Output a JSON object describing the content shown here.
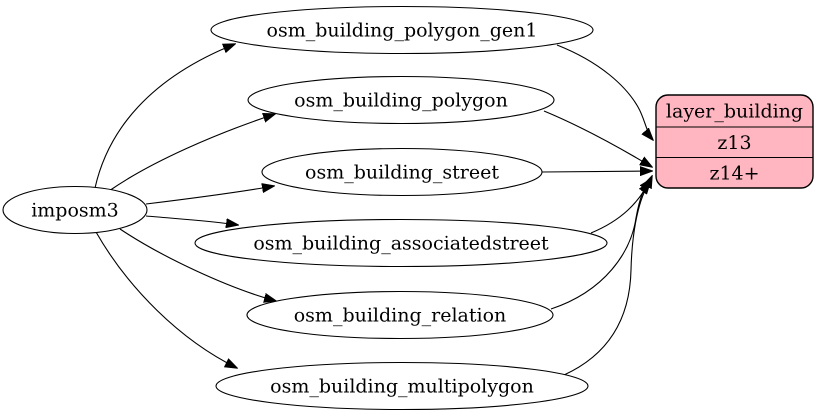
{
  "diagram": {
    "background_color": "#ffffff",
    "edge_color": "#000000",
    "table_node_fill": "#ffffff",
    "table_node_stroke": "#000000",
    "source": {
      "label": "imposm3"
    },
    "tables": [
      {
        "label": "osm_building_polygon_gen1"
      },
      {
        "label": "osm_building_polygon"
      },
      {
        "label": "osm_building_street"
      },
      {
        "label": "osm_building_associatedstreet"
      },
      {
        "label": "osm_building_relation"
      },
      {
        "label": "osm_building_multipolygon"
      }
    ],
    "layer": {
      "title": "layer_building",
      "rows": [
        {
          "label": "z13"
        },
        {
          "label": "z14+"
        }
      ],
      "fill": "#ffb6c1",
      "stroke": "#000000"
    },
    "edges": [
      {
        "from": "imposm3",
        "to": "osm_building_polygon_gen1"
      },
      {
        "from": "imposm3",
        "to": "osm_building_polygon"
      },
      {
        "from": "imposm3",
        "to": "osm_building_street"
      },
      {
        "from": "imposm3",
        "to": "osm_building_associatedstreet"
      },
      {
        "from": "imposm3",
        "to": "osm_building_relation"
      },
      {
        "from": "imposm3",
        "to": "osm_building_multipolygon"
      },
      {
        "from": "osm_building_polygon_gen1",
        "to": "layer_building:z13"
      },
      {
        "from": "osm_building_polygon",
        "to": "layer_building:z14+"
      },
      {
        "from": "osm_building_street",
        "to": "layer_building:z14+"
      },
      {
        "from": "osm_building_associatedstreet",
        "to": "layer_building:z14+"
      },
      {
        "from": "osm_building_relation",
        "to": "layer_building:z14+"
      },
      {
        "from": "osm_building_multipolygon",
        "to": "layer_building:z14+"
      }
    ]
  }
}
